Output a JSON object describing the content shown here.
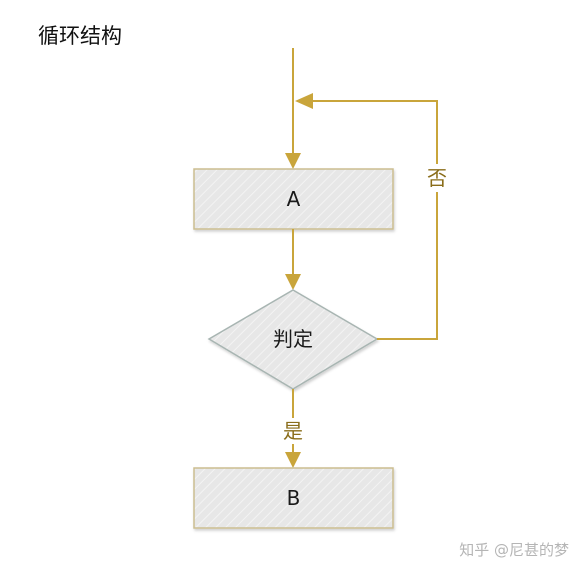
{
  "title": "循环结构",
  "nodes": {
    "a": {
      "label": "A"
    },
    "decision": {
      "label": "判定"
    },
    "b": {
      "label": "B"
    }
  },
  "edges": {
    "no_label": "否",
    "yes_label": "是"
  },
  "watermark": "知乎 @尼甚的梦",
  "colors": {
    "edge": "#c9a53b",
    "box_fill": "#e6e6e6",
    "box_stroke": "#c8b98a",
    "diamond_stroke": "#a8b5b2"
  }
}
